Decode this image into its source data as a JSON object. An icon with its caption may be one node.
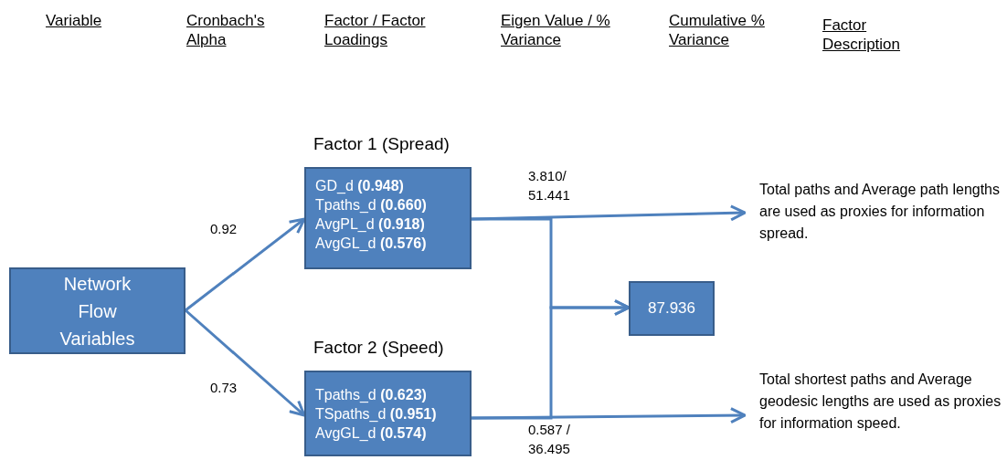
{
  "diagram": {
    "nodes": [
      {
        "text": [
          "Network Flow Variables"
        ]
      },
      {
        "text": [
          "Factor 1 (Spread)",
          "GD_d **(0.948)**",
          "Tpaths_d **(0.660)**",
          "AvgPL_d **(0.918)**",
          "AvgGL_d **(0.576)**"
        ]
      },
      {
        "text": [
          "Factor 2 (Speed)",
          "Tpaths_d **(0.623)**",
          "TSpaths_d **(0.951)**",
          "AvgGL_d **(0.574)**"
        ]
      },
      {
        "text": [
          "87.936"
        ]
      },
      {
        "text": [
          "Total paths  and Average path lengths are used as proxies for information spread."
        ]
      },
      {
        "text": [
          "Total shortest paths  and Average geodesic lengths  are used as proxies for information speed."
        ]
      }
    ],
    "edges": [
      {
        "from": 0,
        "to": 1,
        "arrow": "to",
        "label": "0.92"
      },
      {
        "from": 0,
        "to": 2,
        "arrow": "to",
        "label": "0.73"
      },
      {
        "from": 1,
        "to": 4,
        "arrow": "to",
        "label": "3.810/ 51.441"
      },
      {
        "from": 2,
        "to": 5,
        "arrow": "to",
        "label": "0.587 / 36.495"
      },
      {
        "from": 1,
        "to": 3,
        "arrow": "to"
      },
      {
        "from": 2,
        "to": 3,
        "arrow": "to"
      }
    ],
    "labels": [
      "Variable",
      "Cronbach's Alpha",
      "Factor / Factor Loadings",
      "Eigen Value / % Variance",
      "Cumulative % Variance",
      "Factor Description"
    ]
  }
}
